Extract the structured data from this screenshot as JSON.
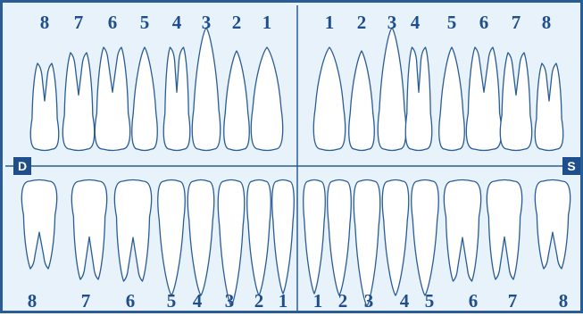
{
  "colors": {
    "background": "#e8f2fa",
    "frame": "#2a5d96",
    "tooth_outline": "#2a5d96",
    "numbers": "#1f4e8c",
    "label_fill": "#1f4e8c",
    "label_text": "#ffffff"
  },
  "side_labels": {
    "right": "D",
    "left": "S"
  },
  "quadrants": {
    "upper_right": [
      "8",
      "7",
      "6",
      "5",
      "4",
      "3",
      "2",
      "1"
    ],
    "upper_left": [
      "1",
      "2",
      "3",
      "4",
      "5",
      "6",
      "7",
      "8"
    ],
    "lower_right": [
      "8",
      "7",
      "6",
      "5",
      "4",
      "3",
      "2",
      "1"
    ],
    "lower_left": [
      "1",
      "2",
      "3",
      "4",
      "5",
      "6",
      "7",
      "8"
    ]
  }
}
